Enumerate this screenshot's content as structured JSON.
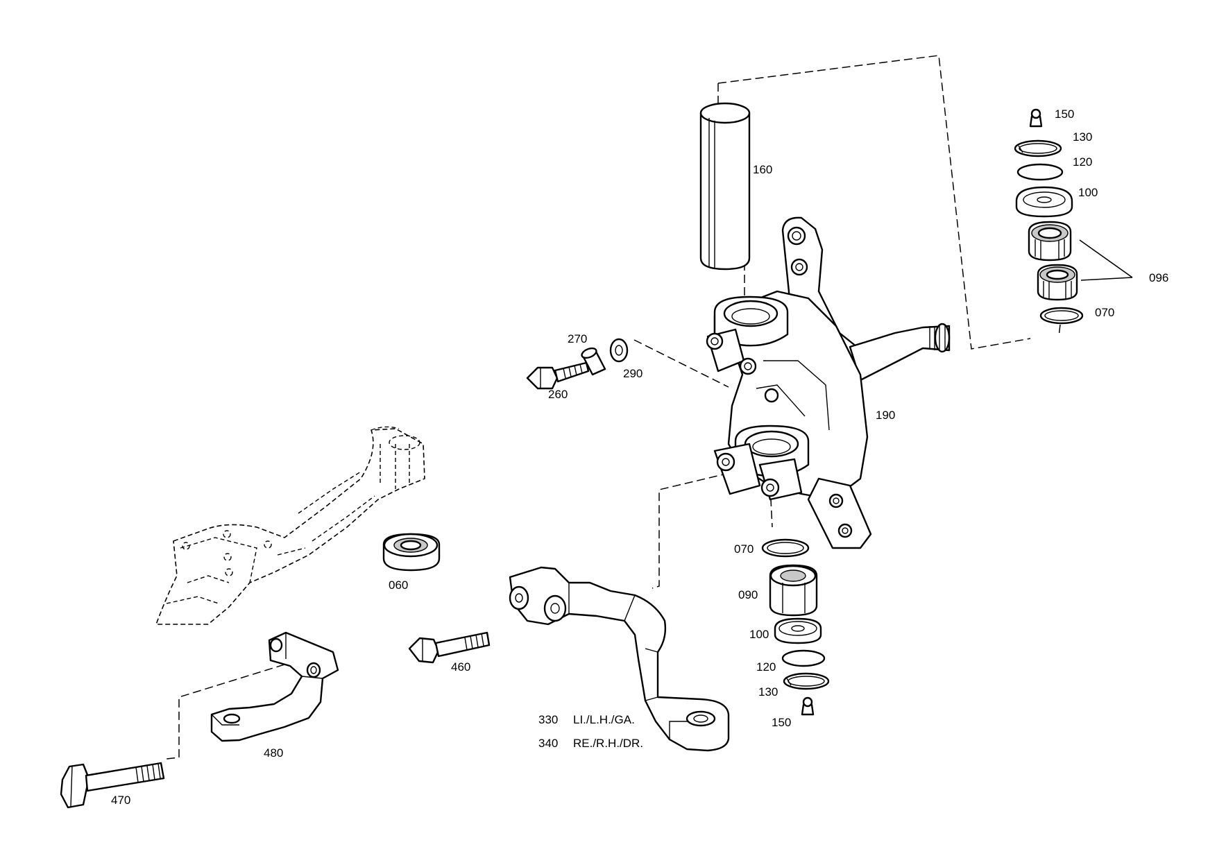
{
  "labels": {
    "p150_top": "150",
    "p130_top": "130",
    "p120_top": "120",
    "p100_top": "100",
    "p096": "096",
    "p070_top": "070",
    "p160": "160",
    "p270": "270",
    "p290": "290",
    "p260": "260",
    "p190": "190",
    "p060": "060",
    "p070_bottom": "070",
    "p090": "090",
    "p100_bottom": "100",
    "p120_bottom": "120",
    "p130_bottom": "130",
    "p150_bottom": "150",
    "p460": "460",
    "p480": "480",
    "p470": "470",
    "p330_num": "330",
    "p330_text": "LI./L.H./GA.",
    "p340_num": "340",
    "p340_text": "RE./R.H./DR."
  }
}
